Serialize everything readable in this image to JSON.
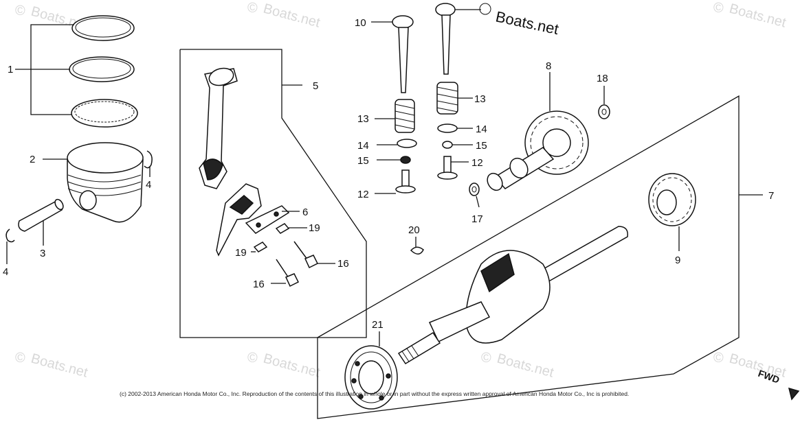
{
  "watermark": {
    "brand": "Boats.net",
    "symbol": "©"
  },
  "copyright": "(c) 2002-2013 American Honda Motor Co., Inc. Reproduction of the contents of this illustration in whole or in part without the express written approval of American Honda Motor Co., Inc is prohibited.",
  "direction_marker": "FWD",
  "callouts": {
    "c1": "1",
    "c2": "2",
    "c3": "3",
    "c4a": "4",
    "c4b": "4",
    "c5": "5",
    "c6": "6",
    "c7": "7",
    "c8": "8",
    "c9": "9",
    "c10": "10",
    "c12a": "12",
    "c12b": "12",
    "c13a": "13",
    "c13b": "13",
    "c14a": "14",
    "c14b": "14",
    "c15a": "15",
    "c15b": "15",
    "c16a": "16",
    "c16b": "16",
    "c17": "17",
    "c18": "18",
    "c19a": "19",
    "c19b": "19",
    "c20": "20",
    "c21": "21"
  }
}
